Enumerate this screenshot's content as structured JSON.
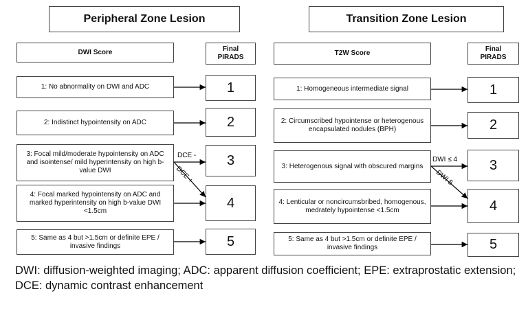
{
  "peripheral": {
    "title": "Peripheral Zone Lesion",
    "score_header": "DWI Score",
    "final_header": "Final PIRADS",
    "scores": [
      "1: No abnormality on DWI and ADC",
      "2: Indistinct hypointensity on ADC",
      "3: Focal mild/moderate hypointensity on ADC and isointense/ mild hyperintensity on high b-value DWI",
      "4: Focal marked hypointensity on ADC and marked hyperintensity on high b-value DWI <1.5cm",
      "5: Same as 4 but >1.5cm or definite EPE / invasive findings"
    ],
    "finals": [
      "1",
      "2",
      "3",
      "4",
      "5"
    ],
    "label_up": "DCE -",
    "label_down": "DCE +"
  },
  "transition": {
    "title": "Transition Zone Lesion",
    "score_header": "T2W Score",
    "final_header": "Final PIRADS",
    "scores": [
      "1: Homogeneous intermediate signal",
      "2: Circumscribed hypointense or heterogenous encapsulated nodules (BPH)",
      "3: Heterogenous signal with obscured margins",
      "4: Lenticular or noncircumsbribed, homogenous, medrately hypointense <1.5cm",
      "5: Same as 4 but >1.5cm or definite EPE / invasive findings"
    ],
    "finals": [
      "1",
      "2",
      "3",
      "4",
      "5"
    ],
    "label_up": "DWI ≤ 4",
    "label_down": "DWI 5"
  },
  "caption": "DWI: diffusion-weighted imaging; ADC: apparent diffusion coefficient; EPE: extraprostatic extension; DCE: dynamic contrast enhancement"
}
